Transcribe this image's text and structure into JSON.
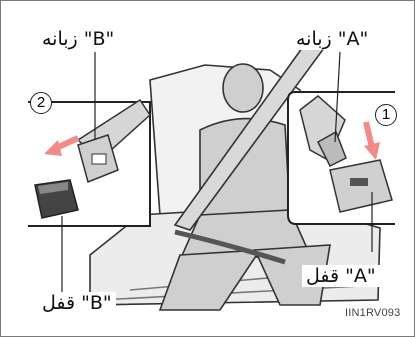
{
  "labels": {
    "tongue_b": "زبانه \"B\"",
    "tongue_a": "زبانه \"A\"",
    "buckle_a": "قفل \"A\"",
    "buckle_b": "قفل \"B\""
  },
  "steps": {
    "step1": "1",
    "step2": "2"
  },
  "image_code": "IIN1RV093"
}
